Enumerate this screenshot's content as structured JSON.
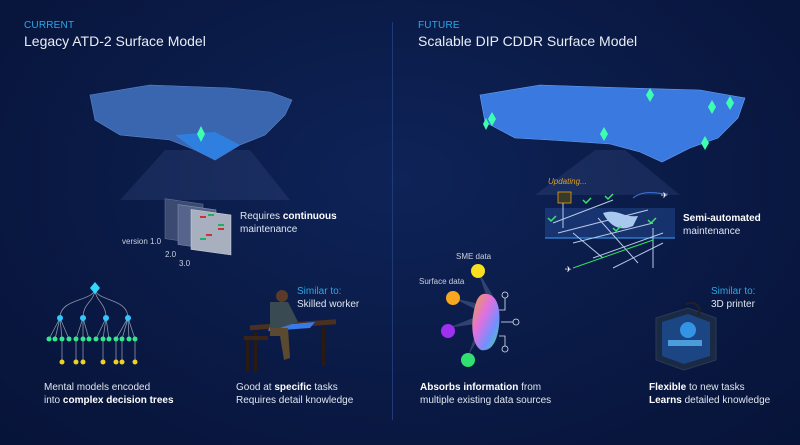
{
  "current": {
    "kicker": "CURRENT",
    "title": "Legacy ATD-2 Surface Model",
    "maintenance": {
      "pre": "Requires ",
      "bold": "continuous",
      "post": "maintenance"
    },
    "versions": [
      "version 1.0",
      "2.0",
      "3.0"
    ],
    "decision": {
      "line1": "Mental models encoded",
      "line2_pre": "into ",
      "line2_bold": "complex decision trees"
    },
    "similar_label": "Similar to:",
    "similar_value": "Skilled worker",
    "worker": {
      "line1_pre": "Good at ",
      "line1_bold": "specific",
      "line1_post": " tasks",
      "line2": "Requires detail knowledge"
    }
  },
  "future": {
    "kicker": "FUTURE",
    "title": "Scalable DIP CDDR Surface Model",
    "updating": "Updating...",
    "maintenance": {
      "bold": "Semi-automated",
      "post": "maintenance"
    },
    "sources": [
      "SME data",
      "Surface data"
    ],
    "absorb": {
      "line1_bold": "Absorbs information",
      "line1_post": " from",
      "line2": "multiple existing data sources"
    },
    "similar_label": "Similar to:",
    "similar_value": "3D printer",
    "printer": {
      "line1_bold": "Flexible",
      "line1_post": " to new tasks",
      "line2_bold": "Learns",
      "line2_post": " detailed knowledge"
    }
  },
  "colors": {
    "accent": "#2aa7e6",
    "background": "#0a1a45",
    "marker": "#3dffb0"
  }
}
